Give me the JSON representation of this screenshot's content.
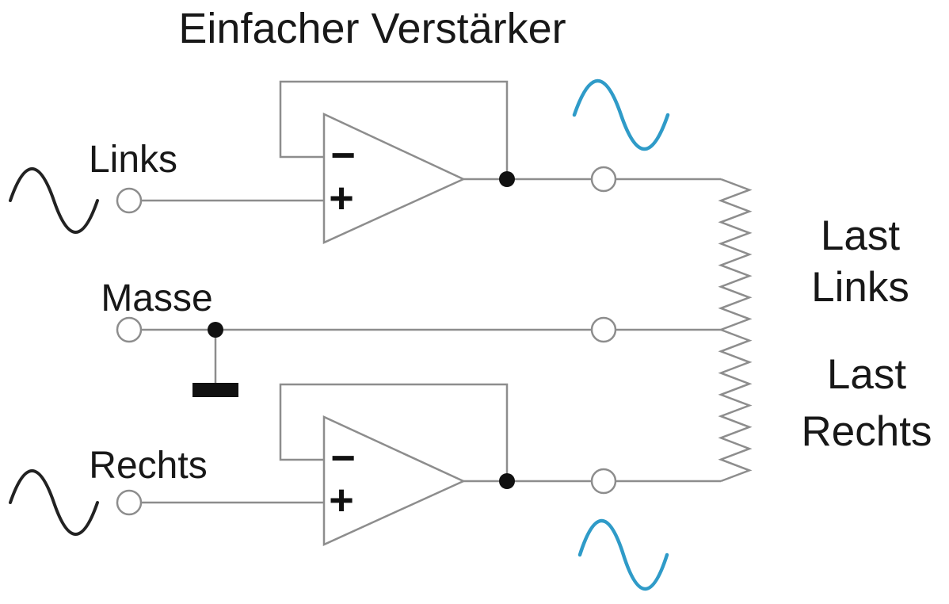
{
  "title": "Einfacher Verstärker",
  "inputs": {
    "left_label": "Links",
    "ground_label": "Masse",
    "right_label": "Rechts"
  },
  "amplifier": {
    "inverting_input_label": "−",
    "noninverting_input_label": "+"
  },
  "loads": {
    "left_line1": "Last",
    "left_line2": "Links",
    "right_line1": "Last",
    "right_line2": "Rechts"
  },
  "colors": {
    "wire_gray": "#8d8d8d",
    "ink_black": "#181818",
    "signal_blue": "#2f9bc8"
  }
}
